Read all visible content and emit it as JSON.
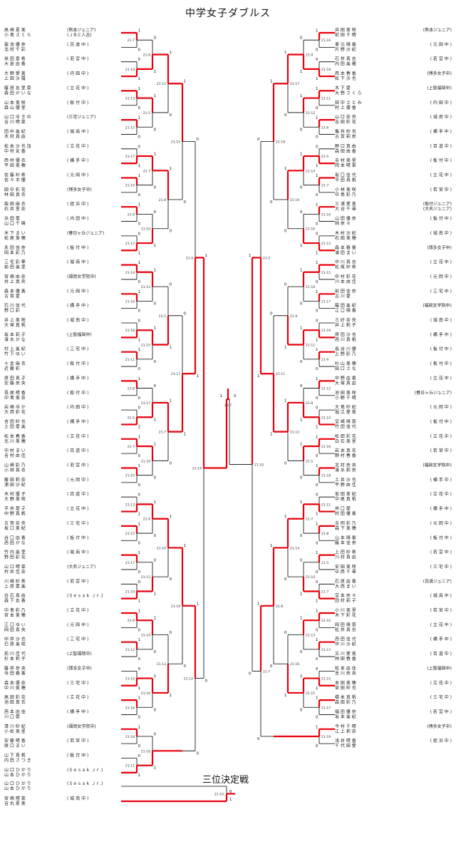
{
  "title": "中学女子ダブルス",
  "third_place_title": "三位決定戦",
  "colors": {
    "win": "#e8000b",
    "line": "#000000"
  },
  "left_entries": [
    {
      "names": [
        "高 崎 夏 美",
        "小 島 さ く ら"
      ],
      "clubs": [
        "(熊本ジュニア)",
        "(ＪＢＣ人吉)"
      ]
    },
    {
      "names": [
        "菊 池 優 奈",
        "北 村 千 彩"
      ],
      "clubs": [
        "( 百 道 中 )",
        ""
      ]
    },
    {
      "names": [
        "米 田 夏 希",
        "大 倉 由 香"
      ],
      "clubs": [
        "( 若 宮 中 )",
        ""
      ]
    },
    {
      "names": [
        "大 野 愛 美",
        "上 田 沙 羅"
      ],
      "clubs": [
        "( 内 田 中 )",
        ""
      ]
    },
    {
      "names": [
        "藤 原 友 里 菜",
        "森 田 か い な"
      ],
      "clubs": [
        "( 立 花 中 )",
        ""
      ]
    },
    {
      "names": [
        "山 本 美 咲",
        "森 山 優 里"
      ],
      "clubs": [
        "( 板 付 中 )",
        ""
      ]
    },
    {
      "names": [
        "山 口 ゆ き の",
        "吉 川 晴 菜"
      ],
      "clubs": [
        "(三宅ジュニア)",
        ""
      ]
    },
    {
      "names": [
        "田 中 美 紀",
        "木 村 真 由"
      ],
      "clubs": [
        "( 城 南 中 )",
        ""
      ]
    },
    {
      "names": [
        "松 本 沙 也 加",
        "中 村 友 香"
      ],
      "clubs": [
        "( 立 花 中 )",
        ""
      ]
    },
    {
      "names": [
        "西 村 優 衣",
        "平 田 美 穂"
      ],
      "clubs": [
        "( 横 手 中 )",
        ""
      ]
    },
    {
      "names": [
        "佐 藤 紗 希",
        "佐 々 木 優"
      ],
      "clubs": [
        "( 元 岡 中 )",
        ""
      ]
    },
    {
      "names": [
        "田 中 彩 花",
        "林 田 真 衣"
      ],
      "clubs": [
        "(博多女子中)",
        ""
      ]
    },
    {
      "names": [
        "柴 田 麻 衣",
        "石 井 里 奈"
      ],
      "clubs": [
        "( 姪 浜 中 )",
        ""
      ]
    },
    {
      "names": [
        "浜 田 愛",
        "山 口 千 晴"
      ],
      "clubs": [
        "( 内 田 中 )",
        ""
      ]
    },
    {
      "names": [
        "木 下 ま い",
        "松 尾 美 穂"
      ],
      "clubs": [
        "(春日ヶ丘ジュニア)",
        ""
      ]
    },
    {
      "names": [
        "永 田 佳 奈",
        "岡 本 彩 乃"
      ],
      "clubs": [
        "( 板 付 中 )",
        ""
      ]
    },
    {
      "names": [
        "三 宅 彩 華",
        "前 田 美 里"
      ],
      "clubs": [
        "( 城 南 中 )",
        ""
      ]
    },
    {
      "names": [
        "宮 崎 由 奈",
        "井 上 真 央"
      ],
      "clubs": [
        "(福岡女学院中)",
        ""
      ]
    },
    {
      "names": [
        "森 本 優 香",
        "古 賀 愛"
      ],
      "clubs": [
        "( 元 岡 中 )",
        ""
      ]
    },
    {
      "names": [
        "石 川 佳 代",
        "野 口 彩"
      ],
      "clubs": [
        "( 横 手 中 )",
        ""
      ]
    },
    {
      "names": [
        "井 上 美 咲",
        "大 塚 真 帆"
      ],
      "clubs": [
        "( 城 南 中 )",
        ""
      ]
    },
    {
      "names": [
        "坂 本 莉 子",
        "清 水 か な"
      ],
      "clubs": [
        "(上智福岡中)",
        ""
      ]
    },
    {
      "names": [
        "村 上 美 紀",
        "竹 下 ゆ い"
      ],
      "clubs": [
        "( 三 宅 中 )",
        ""
      ]
    },
    {
      "names": [
        "十 倉 麻 衣",
        "近 藤 彩"
      ],
      "clubs": [
        "( 板 付 中 )",
        ""
      ]
    },
    {
      "names": [
        "原 田 真 子",
        "安 藤 奈 央"
      ],
      "clubs": [
        "( 横 手 中 )",
        ""
      ]
    },
    {
      "names": [
        "長 尾 晴 香",
        "中 島 美 奈"
      ],
      "clubs": [
        "( 板 付 中 )",
        ""
      ]
    },
    {
      "names": [
        "岩 崎 ゆ か",
        "大 西 彩 花"
      ],
      "clubs": [
        "( 内 田 中 )",
        ""
      ]
    },
    {
      "names": [
        "吉 田 紗 也",
        "土 田 愛 美"
      ],
      "clubs": [
        "( 横 手 中 )",
        ""
      ]
    },
    {
      "names": [
        "松 本 春 香",
        "北 川 美 穂"
      ],
      "clubs": [
        "( 立 花 中 )",
        ""
      ]
    },
    {
      "names": [
        "中 村 ま い",
        "吉 村 由 佳"
      ],
      "clubs": [
        "( 百 道 中 )",
        ""
      ]
    },
    {
      "names": [
        "山 崎 彩 乃",
        "小 林 真 衣"
      ],
      "clubs": [
        "( 若 宮 中 )",
        ""
      ]
    },
    {
      "names": [
        "藤 田 莉 奈",
        "浦 田 沙 紀"
      ],
      "clubs": [
        "( 元 岡 中 )",
        ""
      ]
    },
    {
      "names": [
        "木 村 優 子",
        "大 野 美 咲"
      ],
      "clubs": [
        "( 百 道 中 )",
        ""
      ]
    },
    {
      "names": [
        "平 井 愛 子",
        "中 野 真 帆"
      ],
      "clubs": [
        "( 立 花 中 )",
        ""
      ]
    },
    {
      "names": [
        "古 賀 奈 央",
        "坂 口 美 紀"
      ],
      "clubs": [
        "( 三 宅 中 )",
        ""
      ]
    },
    {
      "names": [
        "谷 口 由 香",
        "西 田 か な"
      ],
      "clubs": [
        "( 板 付 中 )",
        ""
      ]
    },
    {
      "names": [
        "竹 内 美 里",
        "野 田 彩 花"
      ],
      "clubs": [
        "( 城 南 中 )",
        ""
      ]
    },
    {
      "names": [
        "山 口 晴 菜",
        "村 井 佳 奈"
      ],
      "clubs": [
        "(大名ジュニア)",
        ""
      ]
    },
    {
      "names": [
        "川 崎 紗 希",
        "上 原 愛 美"
      ],
      "clubs": [
        "( 若 宮 中 )",
        ""
      ]
    },
    {
      "names": [
        "白 石 真 由",
        "森 下 友 香"
      ],
      "clubs": [
        "(Ｓｅｓａｋ Ｊｒ.)",
        ""
      ]
    },
    {
      "names": [
        "中 島 彩 乃",
        "宮 本 美 穂"
      ],
      "clubs": [
        "( 立 花 中 )",
        ""
      ]
    },
    {
      "names": [
        "江 口 ゆ い",
        "岡 田 真 央"
      ],
      "clubs": [
        "( 元 岡 中 )",
        ""
      ]
    },
    {
      "names": [
        "中 井 沙 也",
        "石 原 美 咲"
      ],
      "clubs": [
        "( 三 宅 中 )",
        ""
      ]
    },
    {
      "names": [
        "前 川 佳 代",
        "杉 本 莉 子"
      ],
      "clubs": [
        "(上智福岡中)",
        ""
      ]
    },
    {
      "names": [
        "藤 井 奈 央",
        "寺 田 春 香"
      ],
      "clubs": [
        "(博多女子中)",
        ""
      ]
    },
    {
      "names": [
        "森 本 優 奈",
        "中 川 美 穂"
      ],
      "clubs": [
        "( 三 宅 中 )",
        ""
      ]
    },
    {
      "names": [
        "高 田 彩 花",
        "池 田 真 衣"
      ],
      "clubs": [
        "( 立 花 中 )",
        ""
      ]
    },
    {
      "names": [
        "西 本 由 佳",
        "川 口 愛"
      ],
      "clubs": [
        "( 横 手 中 )",
        ""
      ]
    },
    {
      "names": [
        "清 川 紗 紀",
        "小 松 美 里"
      ],
      "clubs": [
        "(福岡女学院中)",
        ""
      ]
    },
    {
      "names": [
        "安 藤 晴 香",
        "原 口 ま い"
      ],
      "clubs": [
        "( 若 宮 中 )",
        ""
      ]
    },
    {
      "names": [
        "山 下 真 帆",
        "内 田 さ つ き"
      ],
      "clubs": [
        "( 板 付 中 )",
        ""
      ]
    },
    {
      "names": [
        "山 口 ひ か り",
        "山 本 ひ か り"
      ],
      "clubs": [
        "(Ｓｅｓａｋ Ｊｒ.)",
        ""
      ]
    }
  ],
  "right_entries": [
    {
      "names": [
        "井 田 美 咲",
        "前 田 千 晴"
      ],
      "clubs": [
        "(熊本ジュニア)",
        ""
      ]
    },
    {
      "names": [
        "東 元 晴 香",
        "片 野 沙 紀"
      ],
      "clubs": [
        "( 元 岡 中 )",
        ""
      ]
    },
    {
      "names": [
        "石 井 真 衣",
        "内 田 美 穂"
      ],
      "clubs": [
        "( 若 宮 中 )",
        ""
      ]
    },
    {
      "names": [
        "西 本 春 香",
        "松 下 沙 也"
      ],
      "clubs": [
        "(博多女子中)",
        ""
      ]
    },
    {
      "names": [
        "木 下 愛",
        "大 野 さ く ら"
      ],
      "clubs": [
        "(上智福岡中)",
        ""
      ]
    },
    {
      "names": [
        "田 中 さ と み",
        "村 上 優 香"
      ],
      "clubs": [
        "( 内 田 中 )",
        ""
      ]
    },
    {
      "names": [
        "山 口 奈 央",
        "吉 田 彩 花"
      ],
      "clubs": [
        "( 城 南 中 )",
        ""
      ]
    },
    {
      "names": [
        "亀 井 紗 也",
        "古 賀 莉 奈"
      ],
      "clubs": [
        "( 横 手 中 )",
        ""
      ]
    },
    {
      "names": [
        "野 口 真 由",
        "森 田 由 香"
      ],
      "clubs": [
        "( 百 道 中 )",
        ""
      ]
    },
    {
      "names": [
        "吉 村 美 里",
        "岡 本 晴 菜"
      ],
      "clubs": [
        "( 板 付 中 )",
        ""
      ]
    },
    {
      "names": [
        "坂 口 佳 代",
        "平 田 真 帆"
      ],
      "clubs": [
        "( 立 花 中 )",
        ""
      ]
    },
    {
      "names": [
        "小 林 美 咲",
        "中 島 彩 乃"
      ],
      "clubs": [
        "( 若 宮 中 )",
        ""
      ]
    },
    {
      "names": [
        "三 浦 愛 美",
        "大 谷 千 尋"
      ],
      "clubs": [
        "(板付ジュニア)",
        "(大名ジュニア)"
      ]
    },
    {
      "names": [
        "山 田 優 奈",
        "林 奈 々"
      ],
      "clubs": [
        "( 板 付 中 )",
        ""
      ]
    },
    {
      "names": [
        "木 村 沙 紀",
        "石 田 美 穂"
      ],
      "clubs": [
        "( 城 南 中 )",
        ""
      ]
    },
    {
      "names": [
        "森 本 春 香",
        "浦 田 ま い"
      ],
      "clubs": [
        "(博多女子中)",
        ""
      ]
    },
    {
      "names": [
        "中 川 真 衣",
        "松 尾 紗 希"
      ],
      "clubs": [
        "( 立 花 中 )",
        ""
      ]
    },
    {
      "names": [
        "中 村 彩 花",
        "川 本 由 佳"
      ],
      "clubs": [
        "( 元 岡 中 )",
        ""
      ]
    },
    {
      "names": [
        "前 田 佳 奈",
        "古 川 愛"
      ],
      "clubs": [
        "( 三 宅 中 )",
        ""
      ]
    },
    {
      "names": [
        "藤 田 美 紀",
        "江 口 晴 香"
      ],
      "clubs": [
        "(福岡女学院中)",
        ""
      ]
    },
    {
      "names": [
        "三 好 奈 央",
        "井 上 莉 子"
      ],
      "clubs": [
        "( 城 南 中 )",
        ""
      ]
    },
    {
      "names": [
        "原 田 沙 也",
        "西 川 真 帆"
      ],
      "clubs": [
        "( 横 手 中 )",
        ""
      ]
    },
    {
      "names": [
        "長 谷 川 優",
        "上 野 彩 乃"
      ],
      "clubs": [
        "( 板 付 中 )",
        ""
      ]
    },
    {
      "names": [
        "杉 山 美 穂",
        "田 口 さ な"
      ],
      "clubs": [
        "( 板 付 中 )",
        ""
      ]
    },
    {
      "names": [
        "中 野 由 香",
        "大 塚 真 由"
      ],
      "clubs": [
        "( 立 花 中 )",
        ""
      ]
    },
    {
      "names": [
        "池 田 美 咲",
        "小 野 千 晴"
      ],
      "clubs": [
        "(春日ヶ丘ジュニア)",
        ""
      ]
    },
    {
      "names": [
        "大 島 紗 紀",
        "堀 江 愛 美"
      ],
      "clubs": [
        "( 元 岡 中 )",
        ""
      ]
    },
    {
      "names": [
        "宮 崎 晴 菜",
        "竹 田 佳 代"
      ],
      "clubs": [
        "( 板 付 中 )",
        ""
      ]
    },
    {
      "names": [
        "松 田 彩 花",
        "白 石 美 里"
      ],
      "clubs": [
        "( 立 花 中 )",
        ""
      ]
    },
    {
      "names": [
        "岩 本 真 衣",
        "野 村 春 香"
      ],
      "clubs": [
        "( 若 宮 中 )",
        ""
      ]
    },
    {
      "names": [
        "北 村 奈 央",
        "清 水 莉 奈"
      ],
      "clubs": [
        "(福岡女学院中)",
        ""
      ]
    },
    {
      "names": [
        "土 井 沙 也",
        "平 野 由 佳"
      ],
      "clubs": [
        "( 横 手 中 )",
        ""
      ]
    },
    {
      "names": [
        "坂 田 美 紀",
        "中 尾 真 帆"
      ],
      "clubs": [
        "( 立 花 中 )",
        ""
      ]
    },
    {
      "names": [
        "井 口 愛",
        "村 田 優 香"
      ],
      "clubs": [
        "( 横 手 中 )",
        ""
      ]
    },
    {
      "names": [
        "吉 岡 彩 乃",
        "森 下 美 穂"
      ],
      "clubs": [
        "( 元 岡 中 )",
        ""
      ]
    },
    {
      "names": [
        "山 本 晴 香",
        "藤 本 佳 奈"
      ],
      "clubs": [
        "( 板 付 中 )",
        ""
      ]
    },
    {
      "names": [
        "上 田 紗 希",
        "川 村 真 由"
      ],
      "clubs": [
        "( 若 宮 中 )",
        ""
      ]
    },
    {
      "names": [
        "安 田 美 咲",
        "中 西 千 尋"
      ],
      "clubs": [
        "( 三 宅 中 )",
        ""
      ]
    },
    {
      "names": [
        "石 原 由 香",
        "大 西 ま い"
      ],
      "clubs": [
        "(百道ジュニア)",
        ""
      ]
    },
    {
      "names": [
        "宮 本 奈 々",
        "田 村 莉 子"
      ],
      "clubs": [
        "( 城 南 中 )",
        ""
      ]
    },
    {
      "names": [
        "小 川 美 里",
        "木 下 彩 花"
      ],
      "clubs": [
        "( 若 宮 中 )",
        ""
      ]
    },
    {
      "names": [
        "岡 田 晴 菜",
        "松 井 真 衣"
      ],
      "clubs": [
        "( 立 花 中 )",
        ""
      ]
    },
    {
      "names": [
        "西 田 佳 代",
        "中 川 沙 紀"
      ],
      "clubs": [
        "( 横 手 中 )",
        ""
      ]
    },
    {
      "names": [
        "古 川 愛 美",
        "林 田 春 香"
      ],
      "clubs": [
        "( 百 道 中 )",
        ""
      ]
    },
    {
      "names": [
        "松 本 由 佳",
        "吉 川 奈 央"
      ],
      "clubs": [
        "(上智福岡中)",
        ""
      ]
    },
    {
      "names": [
        "本 田 美 穂",
        "宮 田 紗 也"
      ],
      "clubs": [
        "( 立 花 中 )",
        ""
      ]
    },
    {
      "names": [
        "橋 本 真 帆",
        "森 田 彩 乃"
      ],
      "clubs": [
        "( 三 宅 中 )",
        ""
      ]
    },
    {
      "names": [
        "福 田 優 奈",
        "坂 本 美 紀"
      ],
      "clubs": [
        "( 若 宮 中 )",
        ""
      ]
    },
    {
      "names": [
        "今 村 千 晴",
        "江 上 莉 奈"
      ],
      "clubs": [
        "(博多女子中)",
        ""
      ]
    },
    {
      "names": [
        "浅 井 晴 香",
        "千 代 田 愛"
      ],
      "clubs": [
        "( 姪 浜 中 )",
        ""
      ]
    }
  ],
  "third_place_entries": [
    {
      "names": [
        "山 口 ひ か り",
        "山 本 ひ か り"
      ],
      "clubs": [
        "(Ｓｅｓａｋ Ｊｒ.)",
        ""
      ]
    },
    {
      "names": [
        "宮 崎 晴 菜",
        "吉 丸 夏 美"
      ],
      "clubs": [
        "( 城 南 中 )",
        ""
      ]
    }
  ],
  "scores": [
    "21-7",
    "21-10",
    "21-13",
    "21-15",
    "21-17",
    "21-19",
    "21-9",
    "21-12",
    "21-14",
    "21-16",
    "21-18",
    "21-11",
    "21-8",
    "21-5"
  ]
}
